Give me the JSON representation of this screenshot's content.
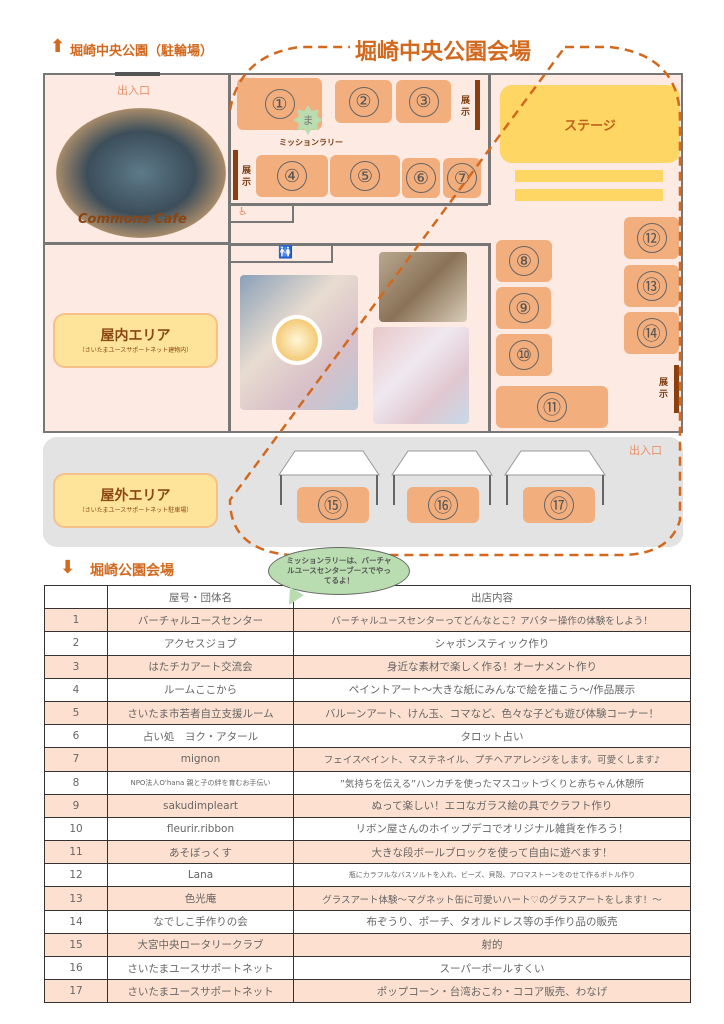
{
  "header": {
    "north_label": "堀崎中央公園（駐輪場）",
    "main_title": "堀崎中央公園会場",
    "south_label": "堀崎公園会場"
  },
  "map": {
    "entrance_top": "出入口",
    "entrance_right": "出入口",
    "cafe_label": "Commons Cafe",
    "stage": "ステージ",
    "exhibit": "展示",
    "mission_badge": "ま",
    "mission_label": "ミッションラリー",
    "booths": [
      "①",
      "②",
      "③",
      "④",
      "⑤",
      "⑥",
      "⑦",
      "⑧",
      "⑨",
      "⑩",
      "⑪",
      "⑫",
      "⑬",
      "⑭",
      "⑮",
      "⑯",
      "⑰"
    ],
    "indoor": {
      "title": "屋内エリア",
      "sub": "（さいたまユースサポートネット建物内）"
    },
    "outdoor": {
      "title": "屋外エリア",
      "sub": "（さいたまユースサポートネット駐車場）"
    },
    "bubble": "ミッションラリーは、バーチャルユースセンターブースでやってるよ！"
  },
  "table": {
    "headers": [
      "",
      "屋号・団体名",
      "出店内容"
    ],
    "rows": [
      [
        "1",
        "バーチャルユースセンター",
        "バーチャルユースセンターってどんなとこ？アバター操作の体験をしよう！"
      ],
      [
        "2",
        "アクセスジョブ",
        "シャボンスティック作り"
      ],
      [
        "3",
        "はたチカアート交流会",
        "身近な素材で楽しく作る！オーナメント作り"
      ],
      [
        "4",
        "ルームここから",
        "ペイントアート〜大きな紙にみんなで絵を描こう〜/作品展示"
      ],
      [
        "5",
        "さいたま市若者自立支援ルーム",
        "バルーンアート、けん玉、コマなど、色々な子ども遊び体験コーナー！"
      ],
      [
        "6",
        "占い処　ヨク・アタール",
        "タロット占い"
      ],
      [
        "7",
        "mignon",
        "フェイスペイント、マステネイル、プチヘアアレンジをします。可愛くします♪"
      ],
      [
        "8",
        "NPO法人O'hana 親と子の絆を育むお手伝い",
        "”気持ちを伝える”ハンカチを使ったマスコットづくりと赤ちゃん休憩所"
      ],
      [
        "9",
        "sakudimpleart",
        "ぬって楽しい！エコなガラス絵の具でクラフト作り"
      ],
      [
        "10",
        "fleurir.ribbon",
        "リボン屋さんのホイップデコでオリジナル雑貨を作ろう！"
      ],
      [
        "11",
        "あそぼっくす",
        "大きな段ボールブロックを使って自由に遊べます！"
      ],
      [
        "12",
        "Lana",
        "瓶にカラフルなバスソルトを入れ、ビーズ、貝殻、アロマストーンをのせて作るボトル作り"
      ],
      [
        "13",
        "色光庵",
        "グラスアート体験〜マグネット缶に可愛いハート♡のグラスアートをします！〜"
      ],
      [
        "14",
        "なでしこ手作りの会",
        "布ぞうり、ポーチ、タオルドレス等の手作り品の販売"
      ],
      [
        "15",
        "大宮中央ロータリークラブ",
        "射的"
      ],
      [
        "16",
        "さいたまユースサポートネット",
        "スーパーボールすくい"
      ],
      [
        "17",
        "さいたまユースサポートネット",
        "ポップコーン・台湾おこわ・ココア販売、わなげ"
      ]
    ]
  }
}
